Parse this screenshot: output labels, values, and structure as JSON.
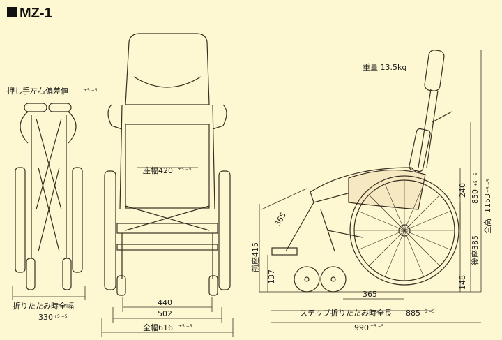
{
  "title": "MZ-1",
  "weight_label": "重量 13.5kg",
  "handle_offset_label": "押し手左右偏差値",
  "handle_offset_tol": "+5 −5",
  "front_view": {
    "folded_width_label": "折りたたみ時全幅",
    "folded_width_value": "330",
    "folded_width_tol": "+5 −5"
  },
  "rear_view": {
    "seat_width_label": "座幅420",
    "seat_width_tol": "+5 −5",
    "dim_inner": "440",
    "dim_mid": "502",
    "overall_width_label": "全幅616",
    "overall_width_tol": "+5 −5"
  },
  "side_view": {
    "dim_365_top": "365",
    "front_seat_height_label": "前座415",
    "dim_137": "137",
    "dim_365_bottom": "365",
    "folded_length_label": "ステップ折りたたみ時全長",
    "folded_length_value": "885",
    "folded_length_tol": "+5 −5",
    "overall_length_value": "990",
    "overall_length_tol": "+5 −5",
    "dim_240": "240",
    "dim_850": "850",
    "dim_850_tol": "+5 −5",
    "overall_height_label": "全高",
    "overall_height_value": "1153",
    "overall_height_tol": "+5 −5",
    "rear_seat_height_label": "後座385",
    "dim_148": "148"
  }
}
